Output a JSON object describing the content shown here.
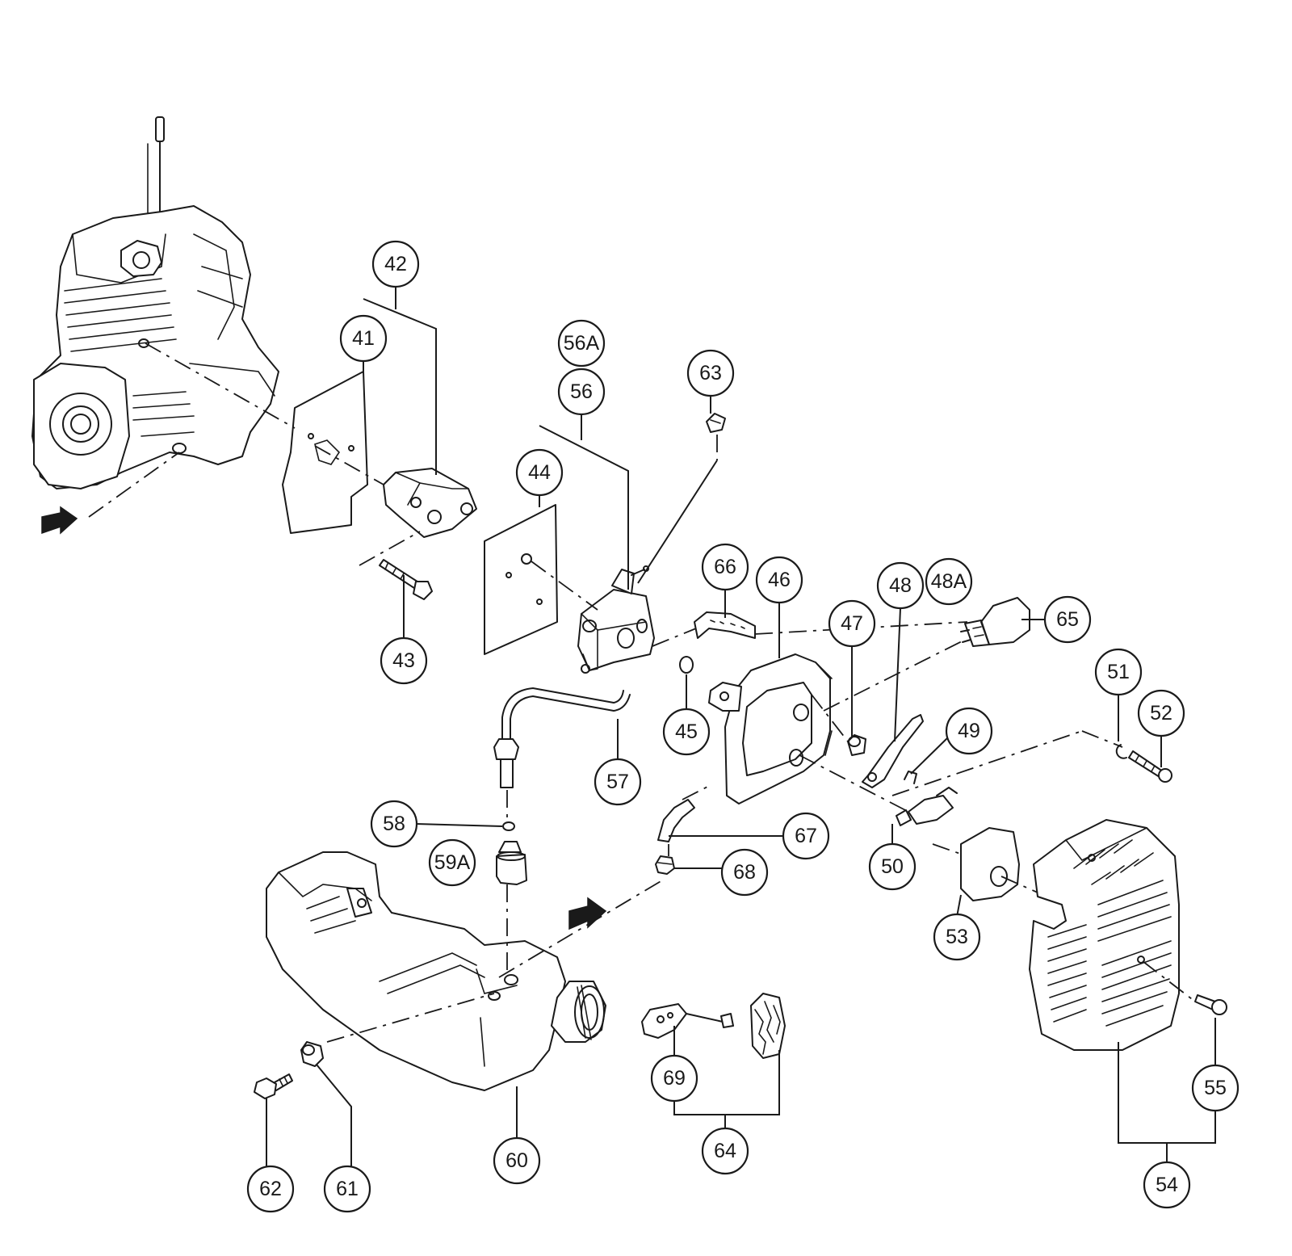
{
  "callouts": [
    {
      "id": "c42",
      "label": "42"
    },
    {
      "id": "c41",
      "label": "41"
    },
    {
      "id": "c56A",
      "label": "56A"
    },
    {
      "id": "c56",
      "label": "56"
    },
    {
      "id": "c63",
      "label": "63"
    },
    {
      "id": "c44",
      "label": "44"
    },
    {
      "id": "c43",
      "label": "43"
    },
    {
      "id": "c66",
      "label": "66"
    },
    {
      "id": "c46",
      "label": "46"
    },
    {
      "id": "c48",
      "label": "48"
    },
    {
      "id": "c48A",
      "label": "48A"
    },
    {
      "id": "c47",
      "label": "47"
    },
    {
      "id": "c65",
      "label": "65"
    },
    {
      "id": "c51",
      "label": "51"
    },
    {
      "id": "c52",
      "label": "52"
    },
    {
      "id": "c45",
      "label": "45"
    },
    {
      "id": "c49",
      "label": "49"
    },
    {
      "id": "c57",
      "label": "57"
    },
    {
      "id": "c58",
      "label": "58"
    },
    {
      "id": "c67",
      "label": "67"
    },
    {
      "id": "c59A",
      "label": "59A"
    },
    {
      "id": "c68",
      "label": "68"
    },
    {
      "id": "c50",
      "label": "50"
    },
    {
      "id": "c53",
      "label": "53"
    },
    {
      "id": "c69",
      "label": "69"
    },
    {
      "id": "c55",
      "label": "55"
    },
    {
      "id": "c64",
      "label": "64"
    },
    {
      "id": "c60",
      "label": "60"
    },
    {
      "id": "c54",
      "label": "54"
    },
    {
      "id": "c62",
      "label": "62"
    },
    {
      "id": "c61",
      "label": "61"
    }
  ]
}
